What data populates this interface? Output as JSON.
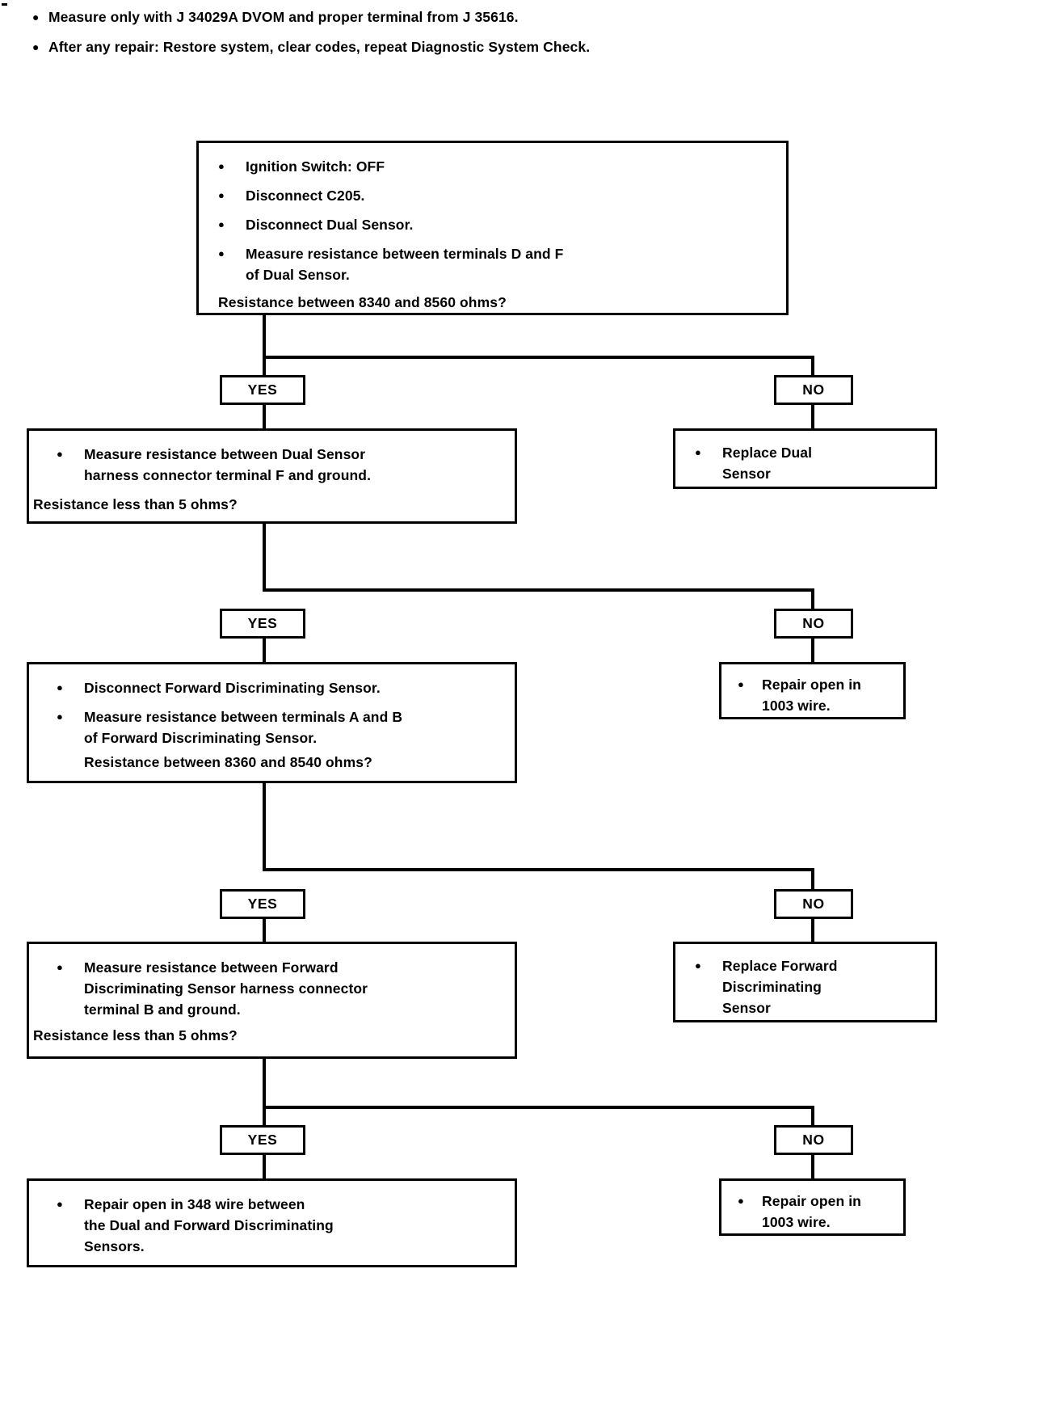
{
  "document": {
    "type": "diagnostic-flowchart",
    "title": "Dual Sensor / Forward Discriminating Sensor Resistance Diagnostic Chart"
  },
  "notes": {
    "bullet_glyph": "●",
    "items": [
      "Measure only with J 34029A DVOM and proper terminal from J 35616.",
      "After any repair: Restore system, clear codes, repeat Diagnostic System Check."
    ]
  },
  "corner_mark": "",
  "labels": {
    "yes": "YES",
    "no": "NO"
  },
  "bullet_glyph": "●",
  "steps": {
    "step1": {
      "bullets": [
        "Ignition Switch: OFF",
        "Disconnect C205.",
        "Disconnect Dual Sensor.",
        "Measure resistance between terminals D and F\nof Dual Sensor."
      ],
      "question": "Resistance between 8340 and 8560 ohms?"
    },
    "step1_no": {
      "bullets": [
        "Replace Dual\nSensor"
      ]
    },
    "step2": {
      "bullets": [
        "Measure resistance between Dual Sensor\nharness connector terminal F and ground."
      ],
      "question": "Resistance less than 5 ohms?"
    },
    "step2_no": {
      "bullets": [
        "Repair open in\n1003 wire."
      ]
    },
    "step3": {
      "bullets": [
        "Disconnect Forward Discriminating Sensor.",
        "Measure resistance between terminals A and B\nof Forward Discriminating Sensor."
      ],
      "question": "Resistance between 8360 and 8540 ohms?"
    },
    "step3_no": {
      "bullets": [
        "Replace Forward\nDiscriminating\nSensor"
      ]
    },
    "step4": {
      "bullets": [
        "Measure resistance between Forward\nDiscriminating Sensor harness connector\nterminal B and ground."
      ],
      "question": "Resistance less than 5 ohms?"
    },
    "step4_no": {
      "bullets": [
        "Repair open in\n1003 wire."
      ]
    },
    "step5_yes": {
      "bullets": [
        "Repair open in 348 wire between\nthe Dual and Forward Discriminating\nSensors."
      ]
    }
  },
  "colors": {
    "line": "#000000",
    "background": "#ffffff",
    "text": "#000000"
  }
}
